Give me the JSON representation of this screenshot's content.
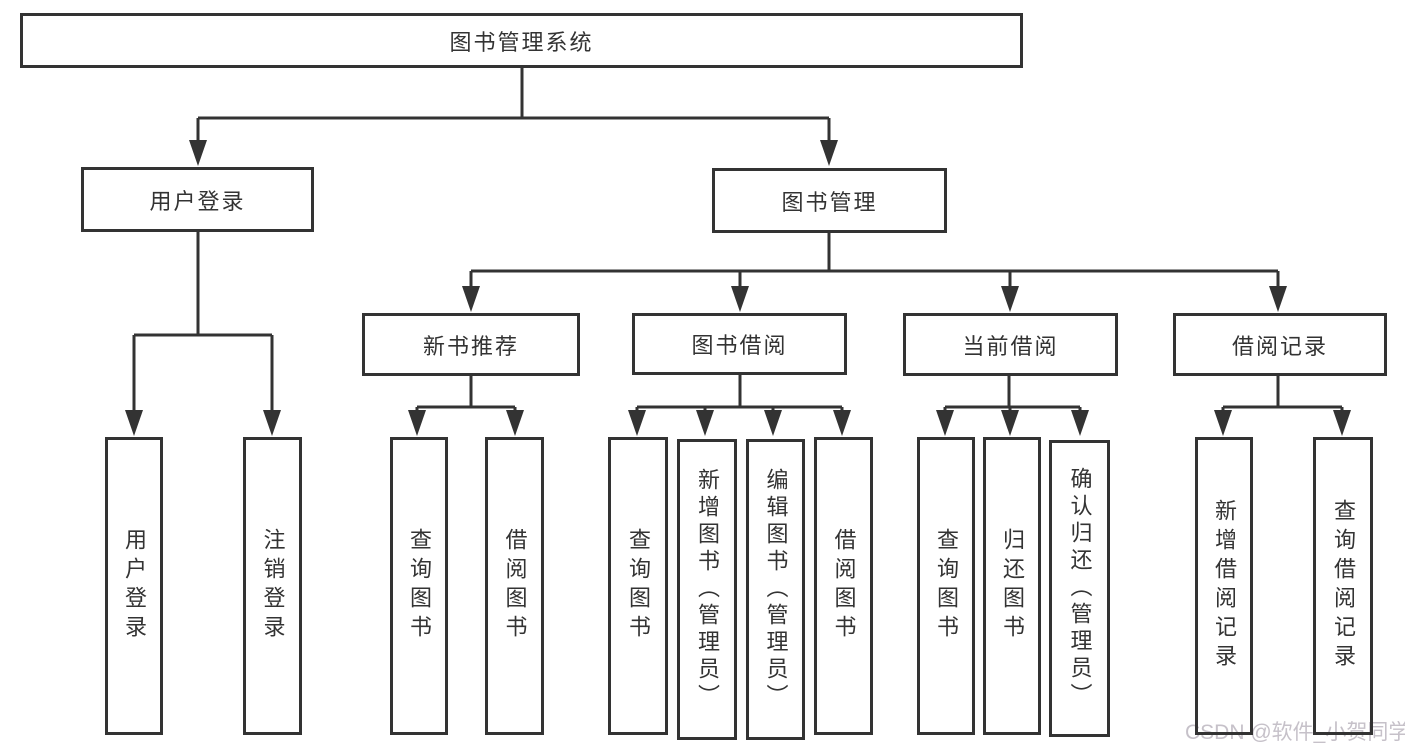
{
  "colors": {
    "line": "#333333",
    "box_border": "#333333",
    "text": "#333333",
    "background": "#ffffff",
    "watermark_text_color": "#c6c1c9"
  },
  "watermark": "CSDN @软件_小贺同学",
  "diagram": {
    "root": {
      "label": "图书管理系统",
      "children": [
        {
          "label": "用户登录",
          "children": [
            {
              "label": "用户登录"
            },
            {
              "label": "注销登录"
            }
          ]
        },
        {
          "label": "图书管理",
          "children": [
            {
              "label": "新书推荐",
              "children": [
                {
                  "label": "查询图书"
                },
                {
                  "label": "借阅图书"
                }
              ]
            },
            {
              "label": "图书借阅",
              "children": [
                {
                  "label": "查询图书"
                },
                {
                  "label": "新增图书（管理员）"
                },
                {
                  "label": "编辑图书（管理员）"
                },
                {
                  "label": "借阅图书"
                }
              ]
            },
            {
              "label": "当前借阅",
              "children": [
                {
                  "label": "查询图书"
                },
                {
                  "label": "归还图书"
                },
                {
                  "label": "确认归还（管理员）"
                }
              ]
            },
            {
              "label": "借阅记录",
              "children": [
                {
                  "label": "新增借阅记录"
                },
                {
                  "label": "查询借阅记录"
                }
              ]
            }
          ]
        }
      ]
    }
  }
}
